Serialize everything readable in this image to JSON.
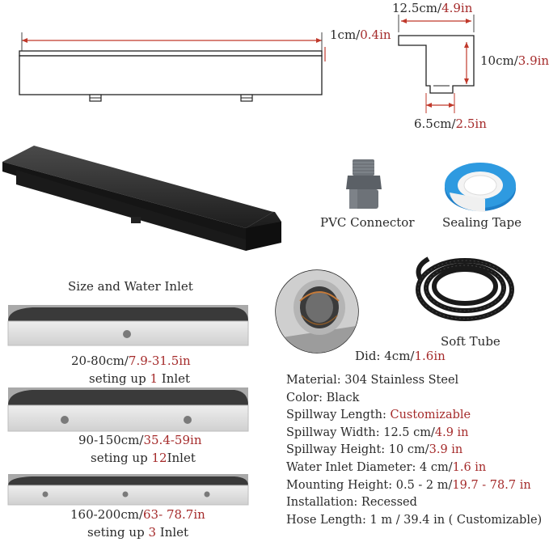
{
  "dimensions": {
    "length_height": {
      "metric": "1cm/",
      "imperial": "0.4in"
    },
    "width": {
      "metric": "12.5cm/",
      "imperial": "4.9in"
    },
    "height": {
      "metric": "10cm/",
      "imperial": "3.9in"
    },
    "inlet_depth": {
      "metric": "6.5cm/",
      "imperial": "2.5in"
    }
  },
  "accessories": {
    "pvc": "PVC Connector",
    "tape": "Sealing Tape",
    "tube": "Soft Tube",
    "did_label": "Did: 4cm/",
    "did_value": "1.6in"
  },
  "inlet_section": {
    "title": "Size and Water Inlet",
    "variants": [
      {
        "size_metric": "20-80cm/",
        "size_imperial": "7.9-31.5in",
        "inlet_prefix": "seting up ",
        "inlet_count": "1",
        "inlet_suffix": " Inlet"
      },
      {
        "size_metric": "90-150cm/",
        "size_imperial": "35.4-59in",
        "inlet_prefix": "seting up ",
        "inlet_count": "12",
        "inlet_suffix": "Inlet"
      },
      {
        "size_metric": "160-200cm/",
        "size_imperial": "63- 78.7in",
        "inlet_prefix": "seting up ",
        "inlet_count": "3",
        "inlet_suffix": " Inlet"
      }
    ]
  },
  "specs": [
    {
      "label": "Material: 304 Stainless Steel",
      "value": ""
    },
    {
      "label": "Color: Black",
      "value": ""
    },
    {
      "label": "Spillway Length: ",
      "value": "Customizable"
    },
    {
      "label": "Spillway Width: 12.5 cm/",
      "value": "4.9 in"
    },
    {
      "label": "Spillway Height: 10 cm/",
      "value": "3.9 in"
    },
    {
      "label": "Water Inlet Diameter: 4 cm/",
      "value": "1.6 in"
    },
    {
      "label": "Mounting Height: 0.5 - 2 m/",
      "value": "19.7 - 78.7 in"
    },
    {
      "label": "Installation: Recessed",
      "value": ""
    },
    {
      "label": "Hose Length: 1 m / 39.4 in ( Customizable)",
      "value": ""
    }
  ]
}
